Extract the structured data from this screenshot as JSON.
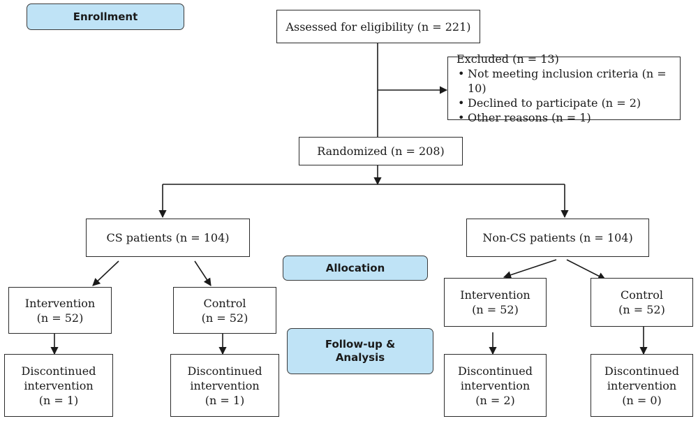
{
  "stages": {
    "enrollment": "Enrollment",
    "allocation": "Allocation",
    "followup_line1": "Follow-up &",
    "followup_line2": "Analysis"
  },
  "assessed": "Assessed for eligibility (n = 221)",
  "excluded": {
    "title": "Excluded (n = 13)",
    "reasons": [
      "Not meeting inclusion criteria (n = 10)",
      "Declined to participate (n = 2)",
      "Other reasons (n = 1)"
    ]
  },
  "randomized": "Randomized (n = 208)",
  "groups": {
    "cs": "CS patients (n = 104)",
    "noncs": "Non-CS patients (n = 104)"
  },
  "arms": {
    "cs_intervention": {
      "label": "Intervention",
      "n": "(n = 52)"
    },
    "cs_control": {
      "label": "Control",
      "n": "(n = 52)"
    },
    "noncs_intervention": {
      "label": "Intervention",
      "n": "(n = 52)"
    },
    "noncs_control": {
      "label": "Control",
      "n": "(n = 52)"
    }
  },
  "discontinued": {
    "line1": "Discontinued",
    "line2": "intervention",
    "cs_intervention_n": "(n = 1)",
    "cs_control_n": "(n = 1)",
    "noncs_intervention_n": "(n = 2)",
    "noncs_control_n": "(n = 0)"
  }
}
